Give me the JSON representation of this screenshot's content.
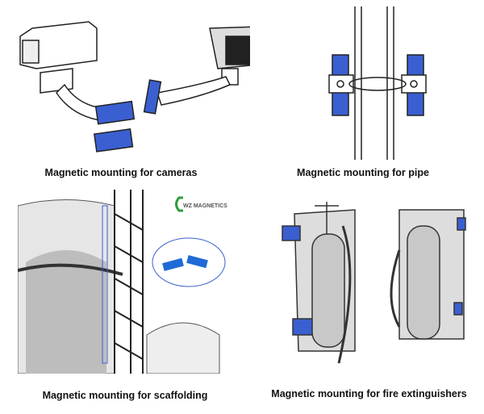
{
  "panels": [
    {
      "caption": "Magnetic mounting for cameras"
    },
    {
      "caption": "Magnetic mounting for pipe"
    },
    {
      "caption": "Magnetic mounting for scaffolding",
      "logo": "WZ MAGNETICS"
    },
    {
      "caption": "Magnetic mounting for fire extinguishers"
    }
  ],
  "colors": {
    "magnet": "#3a5fd0",
    "outline": "#222222",
    "sky": "#ffffff",
    "tank": "#cfcfcf"
  }
}
